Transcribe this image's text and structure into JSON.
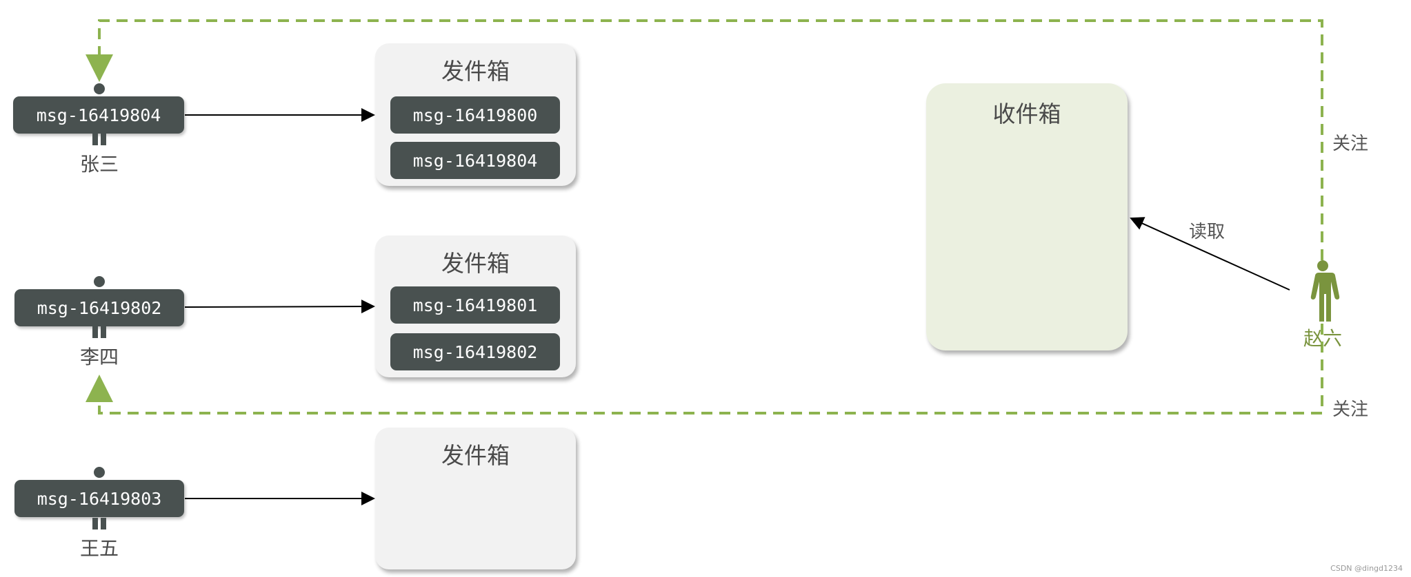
{
  "colors": {
    "box_dark": "#495150",
    "outbox_bg": "#f2f2f2",
    "inbox_bg": "#ebf0e0",
    "follow_green": "#8db34f",
    "person_green": "#7a943e"
  },
  "senders": [
    {
      "name": "张三",
      "latest": "msg-16419804"
    },
    {
      "name": "李四",
      "latest": "msg-16419802"
    },
    {
      "name": "王五",
      "latest": "msg-16419803"
    }
  ],
  "outboxes": [
    {
      "title": "发件箱",
      "items": [
        "msg-16419800",
        "msg-16419804"
      ]
    },
    {
      "title": "发件箱",
      "items": [
        "msg-16419801",
        "msg-16419802"
      ]
    },
    {
      "title": "发件箱",
      "items": []
    }
  ],
  "inbox": {
    "title": "收件箱"
  },
  "reader": {
    "name": "赵六",
    "read_label": "读取"
  },
  "follow_labels": [
    "关注",
    "关注"
  ],
  "watermark": "CSDN @dingd1234"
}
